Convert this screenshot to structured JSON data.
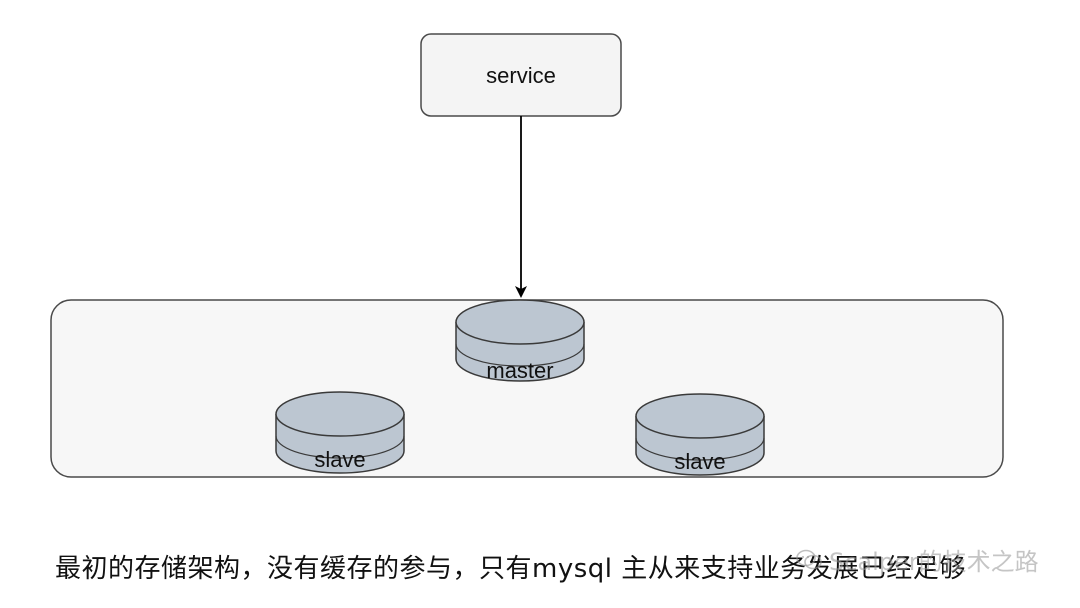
{
  "diagram": {
    "service_label": "service",
    "master_label": "master",
    "slave_left_label": "slave",
    "slave_right_label": "slave"
  },
  "caption": "最初的存储架构，没有缓存的参与，只有mysql 主从来支持业务发展已经足够",
  "watermark": {
    "text": "Scalper的技术之路",
    "logo_icon": "wechat-logo-icon"
  },
  "colors": {
    "node_fill": "#f4f4f4",
    "node_stroke": "#4a4a4a",
    "db_fill": "#bcc6d1",
    "edge": "#000000"
  }
}
